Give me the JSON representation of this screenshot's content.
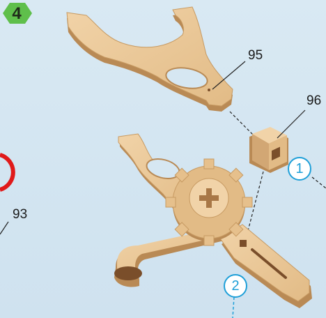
{
  "step": {
    "number": "4",
    "badge_color": "#5fbf4b"
  },
  "parts": [
    {
      "id": "p95",
      "label": "95"
    },
    {
      "id": "p96",
      "label": "96"
    },
    {
      "id": "p93",
      "label": "93"
    }
  ],
  "assembly_steps": [
    {
      "id": "s1",
      "label": "1"
    },
    {
      "id": "s2",
      "label": "2"
    }
  ],
  "colors": {
    "wood": "#e9c79a",
    "wood_edge": "#b98a55",
    "wood_dark": "#7a4e2a",
    "callout": "#1e9fd8",
    "accent_red": "#e01a1a"
  }
}
